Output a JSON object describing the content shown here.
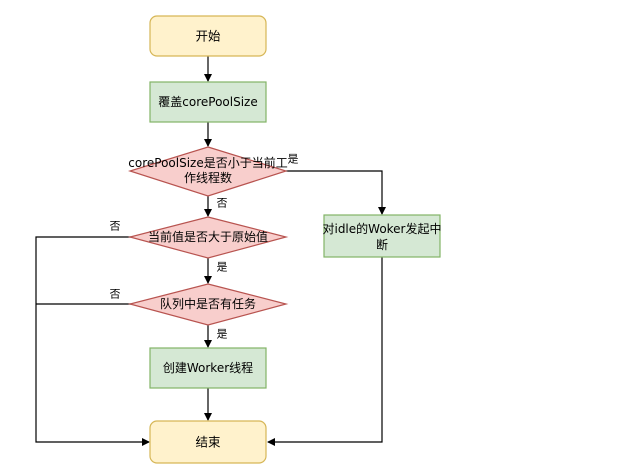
{
  "nodes": {
    "start": {
      "label": "开始"
    },
    "cover": {
      "label": "覆盖corePoolSize"
    },
    "check_core": {
      "line1": "corePoolSize是否小于当前工",
      "line2": "作线程数"
    },
    "check_current": {
      "label": "当前值是否大于原始值"
    },
    "check_queue": {
      "label": "队列中是否有任务"
    },
    "create_worker": {
      "label": "创建Worker线程"
    },
    "interrupt": {
      "line1": "对idle的Woker发起中",
      "line2": "断"
    },
    "end": {
      "label": "结束"
    }
  },
  "edge_labels": {
    "core_yes": "是",
    "core_no": "否",
    "current_no": "否",
    "current_yes": "是",
    "queue_no": "否",
    "queue_yes": "是"
  },
  "colors": {
    "terminal_fill": "#fff2cc",
    "terminal_stroke": "#d6b656",
    "process_fill": "#d5e8d4",
    "process_stroke": "#82b366",
    "decision_fill": "#f8cecc",
    "decision_stroke": "#b85450"
  }
}
